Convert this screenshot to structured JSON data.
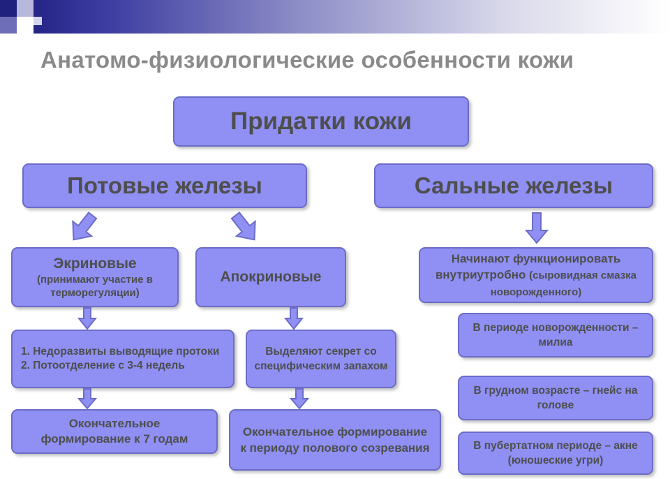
{
  "slide": {
    "title": "Анатомо-физиологические особенности кожи"
  },
  "diagram": {
    "root": "Придатки кожи",
    "sweat_glands": {
      "label": "Потовые железы",
      "eccrine": {
        "name": "Экриновые",
        "note": "(принимают участие в терморегуляции)",
        "features_1": "1. Недоразвиты выводящие протоки",
        "features_2": "2. Потоотделение с 3-4 недель",
        "final": "Окончательное формирование к 7 годам"
      },
      "apocrine": {
        "name": "Апокриновые",
        "feature": "Выделяют секрет со специфическим запахом",
        "final": "Окончательное формирование к периоду полового созревания"
      }
    },
    "sebaceous_glands": {
      "label": "Сальные железы",
      "start_main": "Начинают функционировать внутриутробно",
      "start_note": "(сыровидная смазка новорожденного)",
      "newborn": "В периоде новорожденности – милиа",
      "infancy": "В грудном возрасте – гнейс на голове",
      "puberty": "В пубертатном периоде – акне (юношеские угри)"
    }
  },
  "colors": {
    "box_fill": "#8f8ff4",
    "box_border": "#6c6cc8",
    "text": "#4e4e4e",
    "title": "#8a8a8a",
    "header_dark": "#1a1a7a"
  }
}
